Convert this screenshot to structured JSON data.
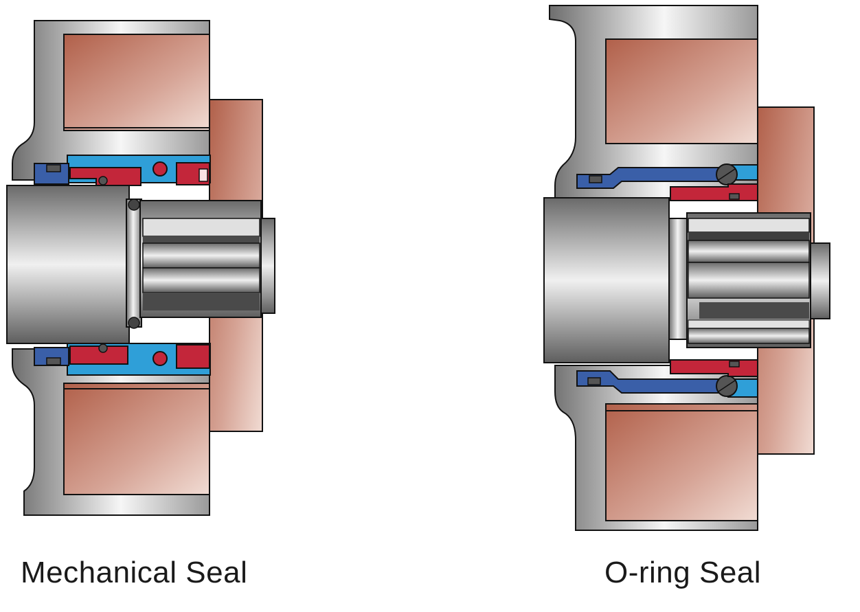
{
  "figures": [
    {
      "id": "mechanical",
      "caption": "Mechanical Seal"
    },
    {
      "id": "oring",
      "caption": "O-ring Seal"
    }
  ],
  "colors": {
    "housing_metal": "#8f8f8f",
    "housing_highlight": "#f2f2f2",
    "winding_copper": "#b86e58",
    "winding_light": "#e8c8bc",
    "seal_face_red": "#c3263a",
    "seal_spring_cyan": "#2f9fd8",
    "retainer_blue": "#3a5fa8",
    "shaft_dark": "#4a4a4a",
    "outline": "#111111"
  },
  "icons": [
    "o-ring-icon",
    "shaft-icon",
    "gear-icon"
  ]
}
